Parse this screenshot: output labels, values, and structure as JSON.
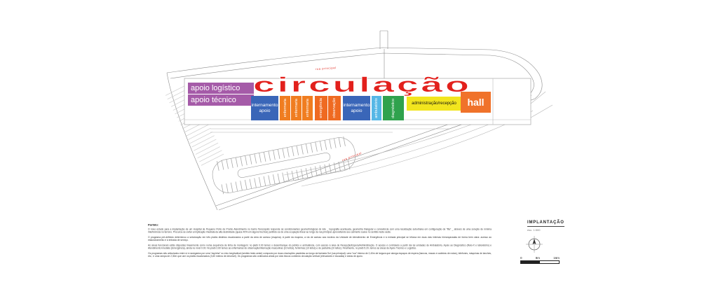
{
  "plan": {
    "street_labels": {
      "top": "rua principal",
      "bottom": "rua principal"
    },
    "blocks": {
      "apoio_logistico": {
        "label": "apoio logístico",
        "color": "#a55ba8"
      },
      "apoio_tecnico": {
        "label": "apoio técnico",
        "color": "#a55ba8"
      },
      "circulacao": {
        "label": "circulação",
        "color": "#e2201c"
      },
      "internamento_a": {
        "line1": "internamento",
        "line2": "apoio",
        "color": "#3a66b8"
      },
      "enfermarias": {
        "stripes": [
          "enfermaria",
          "enfermaria",
          "enfermaria"
        ],
        "color": "#f07d20"
      },
      "emergencia": {
        "stripes": [
          "emergência",
          "observação"
        ],
        "color": "#ef6a21"
      },
      "internamento_b": {
        "line1": "internamento",
        "line2": "apoio",
        "color": "#3a66b8"
      },
      "ambulatorio": {
        "label": "ambulatório",
        "color": "#55b7e6"
      },
      "diagnostico": {
        "label": "diagnóstico",
        "color": "#2fa24d"
      },
      "administracao": {
        "label": "administração/recepção",
        "color": "#f2e51e"
      },
      "hall": {
        "label": "hall",
        "color": "#f0722a"
      }
    }
  },
  "notes": {
    "heading": "Partido:",
    "paragraphs": [
      "O novo estudo para a implantação de um Hospital de Pequeno Porte de Pronto Atendimento no bairro Teresópolis responde às condicionantes geomorfológicas do lote _ topografia acentuada, geometria triangular e convivência com uma localização suburbana em configuração de “fita” _ através de uma solução de mínima interferência no terreno. Procurou-se evitar a implicação imediata da alta declividade (quase 40% em alguns trechos) partindo-se de uma ocupação linear ao longo da rua principal, aproveitando seu caimento suave no sentido leste-oeste.",
      "O programa pré-definido determinou a setorização em três platôs distintos escalonados a partir da área de acesso (esquina). A partir da esquina, a via de acesso aos núcleos da Unidade de Atendimento de Emergência e à entrada principal se bifurca em duas vias internas hierarquizadas de forma bem clara: acesso ao estacionamento e à entrada de serviço.",
      "As áreas funcionais estão dispostas linearmente como numa sequência de linha de montagem: no platô 0.00 temos o desembarque do público e ambulância, com acesso à área de Recepção/Espera/Administração. O acesso é controlado a partir daí às unidades de Ambulatório, Apoio ao Diagnóstico (Raio-X e laboratório) e Atendimento Imediato (Emergência), ainda no nível 0.00. No platô 2.60 temos as enfermarias de observação/internação masculinas (10 leitos), femininas (10 leitos) e de pediatria (10 leitos). Finalmente, no platô 5.20, temos as áreas de Apoio Técnico e Logístico.",
      "Os programas são articulados entre si e navegados por uma “espinha” ou eixo longitudinal (sentido leste-oeste) composto por duas circulações paralelas ao longo da fachada Sul (rua principal): uma “rua” interna de 2,40m de largura que alonga espaços de espera (bancos, macas e cadeiras de rodas), telefones, máquinas de lanches, etc.; e uma rampa de 2,30m que une os platôs escalonados (3,60 metros de desnível). Os programas são ordenados ainda por dois blocos contendo circulação vertical (elevadores e escadas) e áreas de apoio."
    ]
  },
  "titleblock": {
    "title": "IMPLANTAÇÃO",
    "subtitle": "esc. 1:500",
    "scalebar": {
      "start": "0",
      "mid": "8m",
      "end": "16m"
    }
  }
}
